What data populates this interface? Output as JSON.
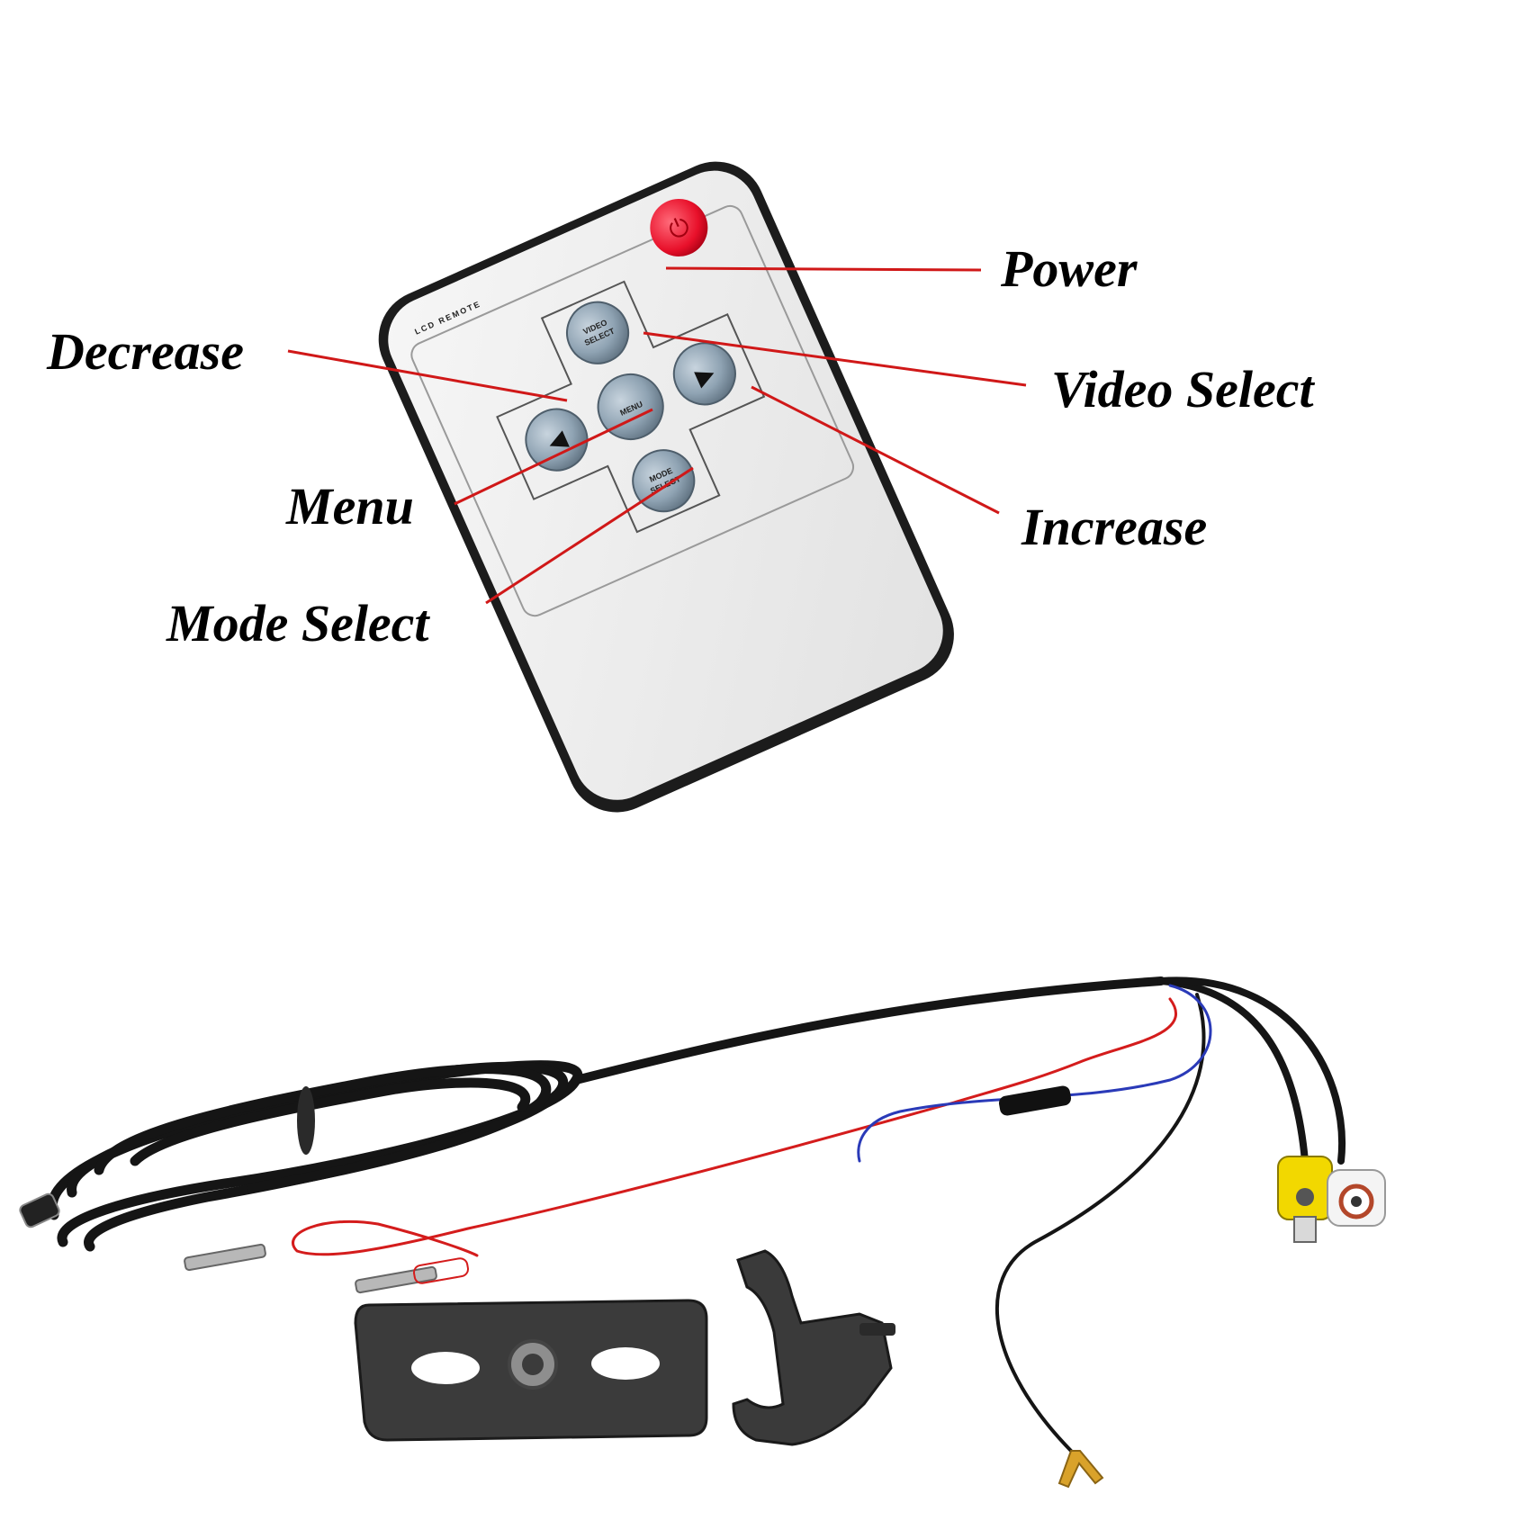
{
  "remote": {
    "brand_label": "LCD REMOTE",
    "buttons": {
      "video_select": [
        "VIDEO",
        "SELECT"
      ],
      "menu": "MENU",
      "mode_select": [
        "MODE",
        "SELECT"
      ],
      "decrease_glyph": "◀",
      "increase_glyph": "▶",
      "power_glyph": "⏻"
    }
  },
  "callouts": {
    "power": "Power",
    "decrease": "Decrease",
    "video_select": "Video Select",
    "menu": "Menu",
    "increase": "Increase",
    "mode_select": "Mode Select"
  },
  "colors": {
    "leader_line": "#d01818",
    "power_button": "#e8102a",
    "remote_body": "#1c1c1c",
    "remote_face": "#eeeeee",
    "button_gray": "#8fa3b3",
    "rca_yellow": "#f2d800",
    "rca_white": "#f4f4f4",
    "wire_red": "#d41c1c",
    "wire_blue": "#2a3ab8"
  }
}
